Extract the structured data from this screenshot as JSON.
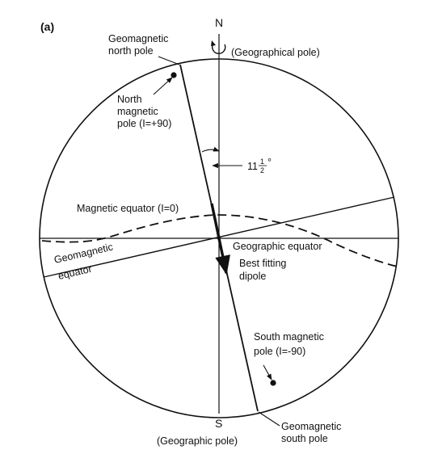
{
  "panel_label": "(a)",
  "poles": {
    "north_letter": "N",
    "south_letter": "S",
    "geographical_pole_top": "(Geographical pole)",
    "geographic_pole_bottom": "(Geographic pole)"
  },
  "labels": {
    "geomagnetic_north_line1": "Geomagnetic",
    "geomagnetic_north_line2": "north pole",
    "north_magnetic_line1": "North",
    "north_magnetic_line2": "magnetic",
    "north_magnetic_line3": "pole (I=+90)",
    "angle_value": "11",
    "angle_num": "1",
    "angle_den": "2",
    "angle_unit": "°",
    "magnetic_equator": "Magnetic equator (I=0)",
    "geographic_equator": "Geographic equator",
    "geomagnetic_equator_line1": "Geomagnetic",
    "geomagnetic_equator_line2": "equator",
    "best_fitting_line1": "Best fitting",
    "best_fitting_line2": "dipole",
    "south_magnetic_line1": "South magnetic",
    "south_magnetic_line2": "pole (I=-90)",
    "geomagnetic_south_line1": "Geomagnetic",
    "geomagnetic_south_line2": "south pole"
  },
  "colors": {
    "ink": "#111111",
    "background": "#ffffff"
  }
}
